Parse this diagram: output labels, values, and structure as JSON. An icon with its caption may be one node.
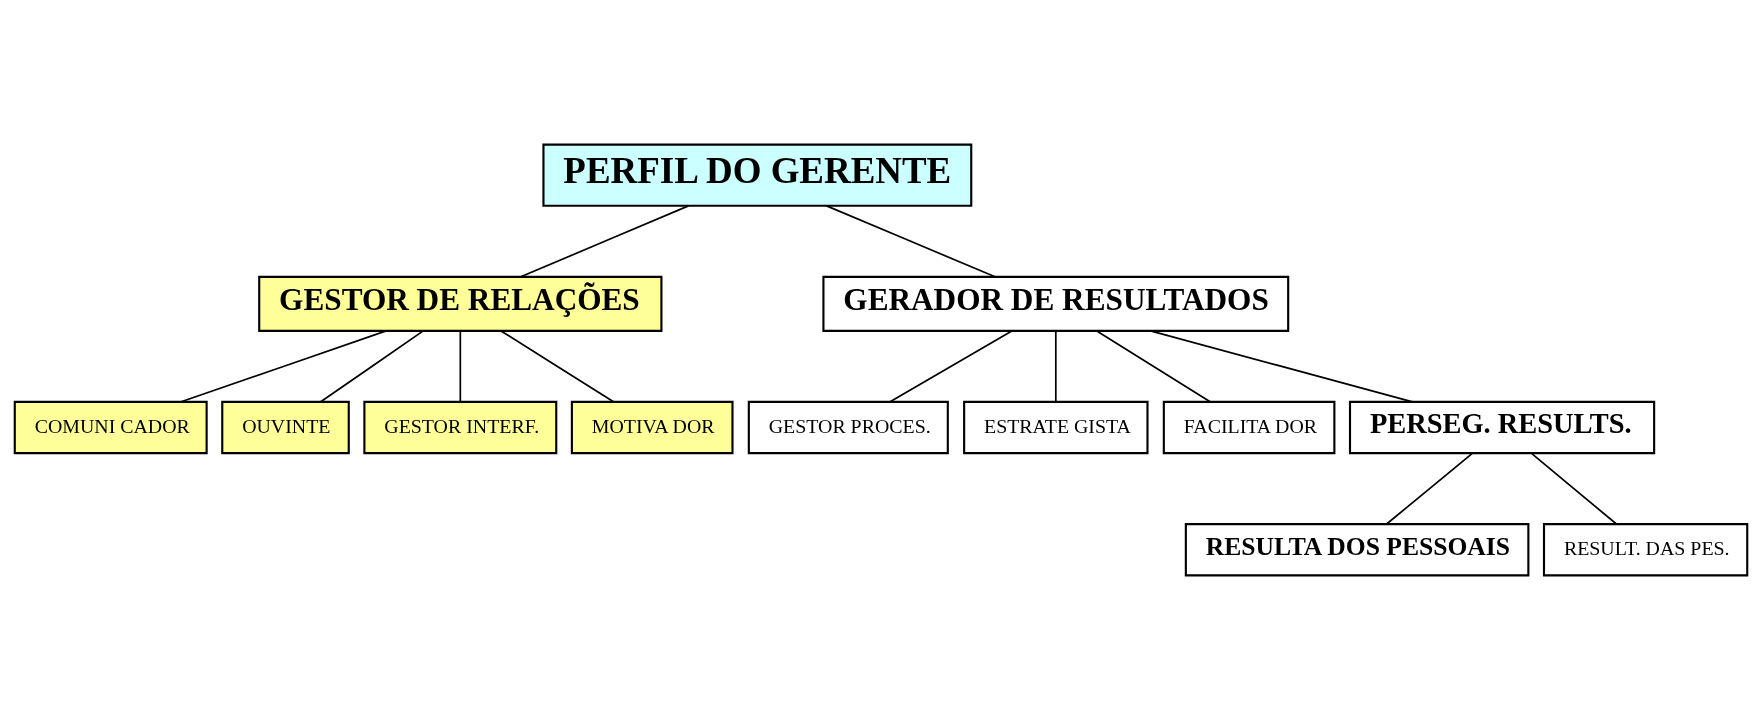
{
  "diagram": {
    "nodes": [
      {
        "text": [
          "PERFIL DO GERENTE"
        ]
      },
      {
        "text": [
          "GESTOR DE RELAÇÕES"
        ]
      },
      {
        "text": [
          "GERADOR DE RESULTADOS"
        ]
      },
      {
        "text": [
          "COMUNI CADOR"
        ]
      },
      {
        "text": [
          "OUVINTE"
        ]
      },
      {
        "text": [
          "GESTOR INTERF."
        ]
      },
      {
        "text": [
          "MOTIVA DOR"
        ]
      },
      {
        "text": [
          "GESTOR PROCES."
        ]
      },
      {
        "text": [
          "ESTRATE GISTA"
        ]
      },
      {
        "text": [
          "FACILITA DOR"
        ]
      },
      {
        "text": [
          "PERSEG. RESULTS."
        ]
      },
      {
        "text": [
          "RESULTA DOS PESSOAIS"
        ]
      },
      {
        "text": [
          "RESULT. DAS PES."
        ]
      }
    ],
    "edges": [
      {
        "from": 0,
        "to": 1,
        "arrow": "none"
      },
      {
        "from": 0,
        "to": 2,
        "arrow": "none"
      },
      {
        "from": 1,
        "to": 3,
        "arrow": "none"
      },
      {
        "from": 1,
        "to": 4,
        "arrow": "none"
      },
      {
        "from": 1,
        "to": 5,
        "arrow": "none"
      },
      {
        "from": 1,
        "to": 6,
        "arrow": "none"
      },
      {
        "from": 2,
        "to": 7,
        "arrow": "none"
      },
      {
        "from": 2,
        "to": 8,
        "arrow": "none"
      },
      {
        "from": 2,
        "to": 9,
        "arrow": "none"
      },
      {
        "from": 2,
        "to": 10,
        "arrow": "none"
      },
      {
        "from": 10,
        "to": 11,
        "arrow": "none"
      },
      {
        "from": 10,
        "to": 12,
        "arrow": "none"
      }
    ]
  }
}
